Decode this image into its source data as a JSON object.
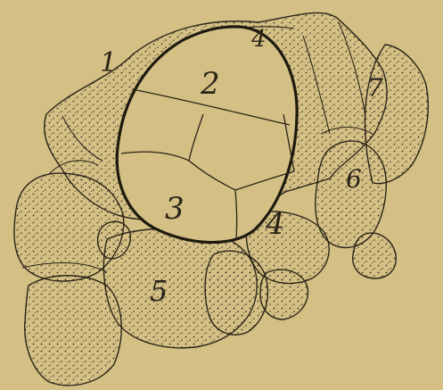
{
  "figure": {
    "colors": {
      "paper": "#d4c084",
      "ink": "#2a2418",
      "stipple": "#3b3222"
    },
    "labels": {
      "region_1": "1",
      "region_2": "2",
      "region_3": "3",
      "region_4_upper": "4",
      "region_4_lower": "4",
      "region_5": "5",
      "region_6": "6",
      "region_7": "7"
    }
  }
}
